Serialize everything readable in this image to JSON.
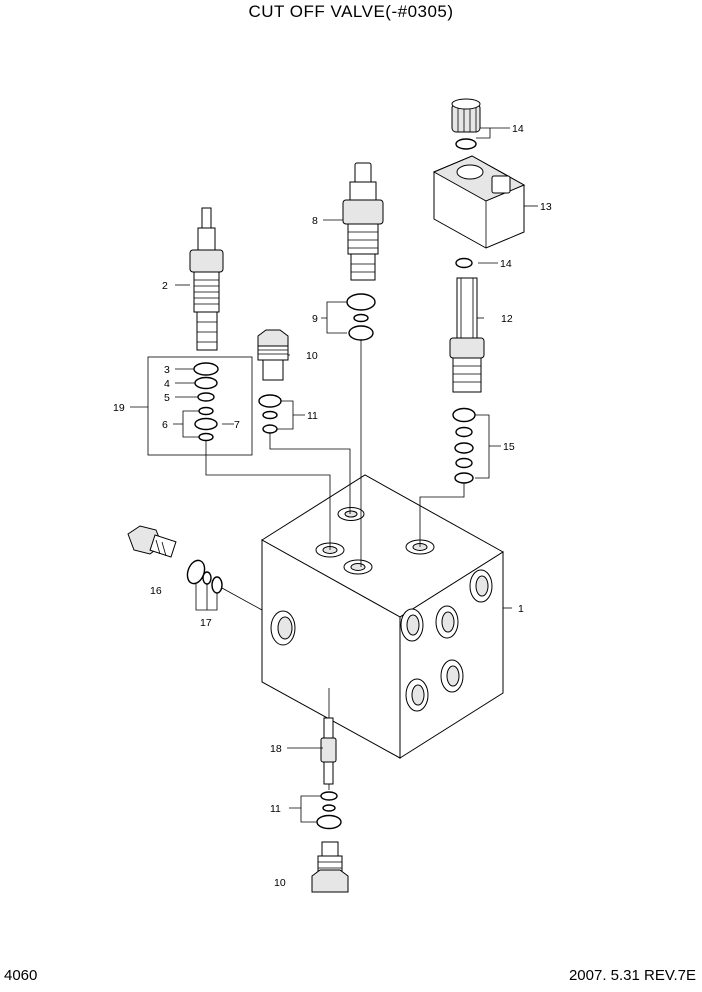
{
  "title": "CUT OFF VALVE(-#0305)",
  "page_number": "4060",
  "revision": "2007. 5.31  REV.7E",
  "callouts": [
    "1",
    "2",
    "3",
    "4",
    "5",
    "6",
    "7",
    "8",
    "9",
    "10",
    "10",
    "11",
    "11",
    "12",
    "13",
    "14",
    "14",
    "15",
    "16",
    "17",
    "18",
    "19"
  ]
}
